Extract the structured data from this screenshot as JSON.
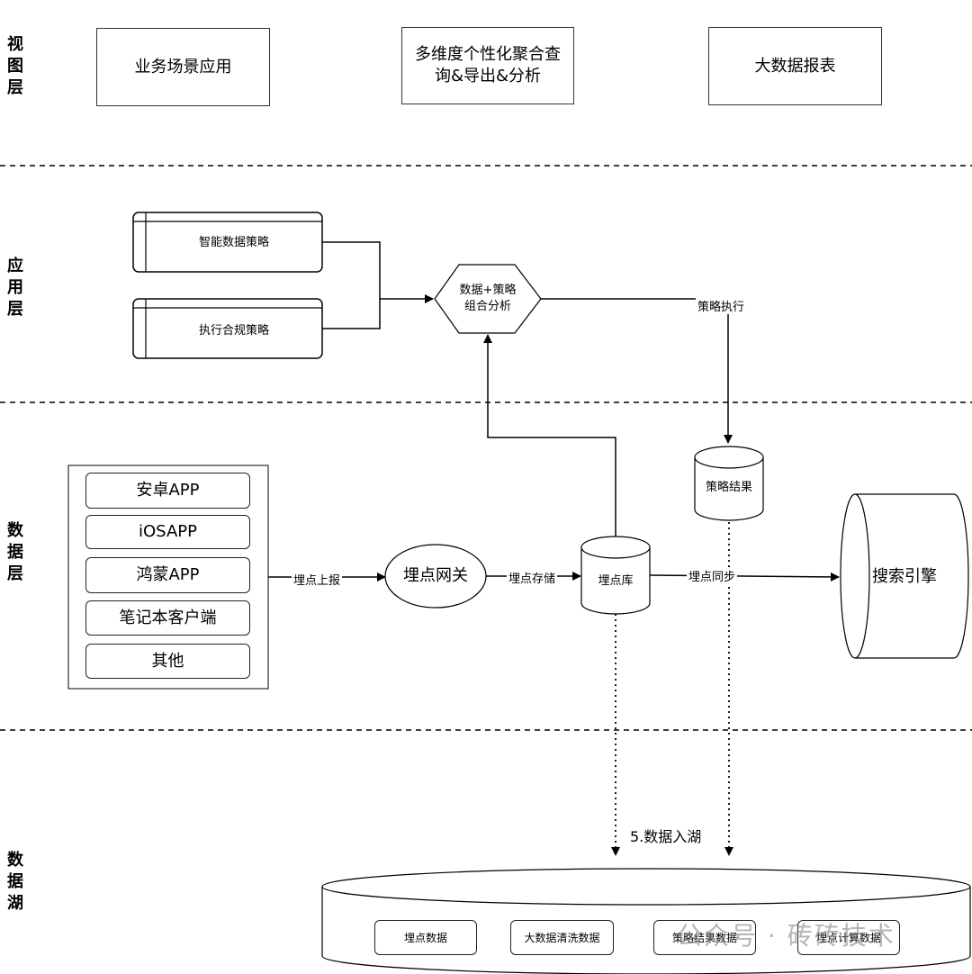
{
  "layers": {
    "view": "视图层",
    "application": "应用层",
    "data": "数据层",
    "lake": "数据湖"
  },
  "view_layer": {
    "box1": "业务场景应用",
    "box2_line1": "多维度个性化聚合查",
    "box2_line2": "询&导出&分析",
    "box3": "大数据报表"
  },
  "app_layer": {
    "strategy1": "智能数据策略",
    "strategy2": "执行合规策略",
    "hexagon_line1": "数据+策略",
    "hexagon_line2": "组合分析",
    "edge_execute": "策略执行"
  },
  "data_layer": {
    "clients": [
      "安卓APP",
      "iOSAPP",
      "鸿蒙APP",
      "笔记本客户端",
      "其他"
    ],
    "edge_report": "埋点上报",
    "gateway": "埋点网关",
    "edge_store": "埋点存储",
    "tracking_db": "埋点库",
    "strategy_result": "策略结果",
    "edge_sync": "埋点同步",
    "search_engine": "搜索引擎"
  },
  "lake_layer": {
    "edge_lake": "5.数据入湖",
    "items": [
      "埋点数据",
      "大数据清洗数据",
      "策略结果数据",
      "埋点计算数据"
    ]
  },
  "watermark": "公众号 · 砖砖技术"
}
